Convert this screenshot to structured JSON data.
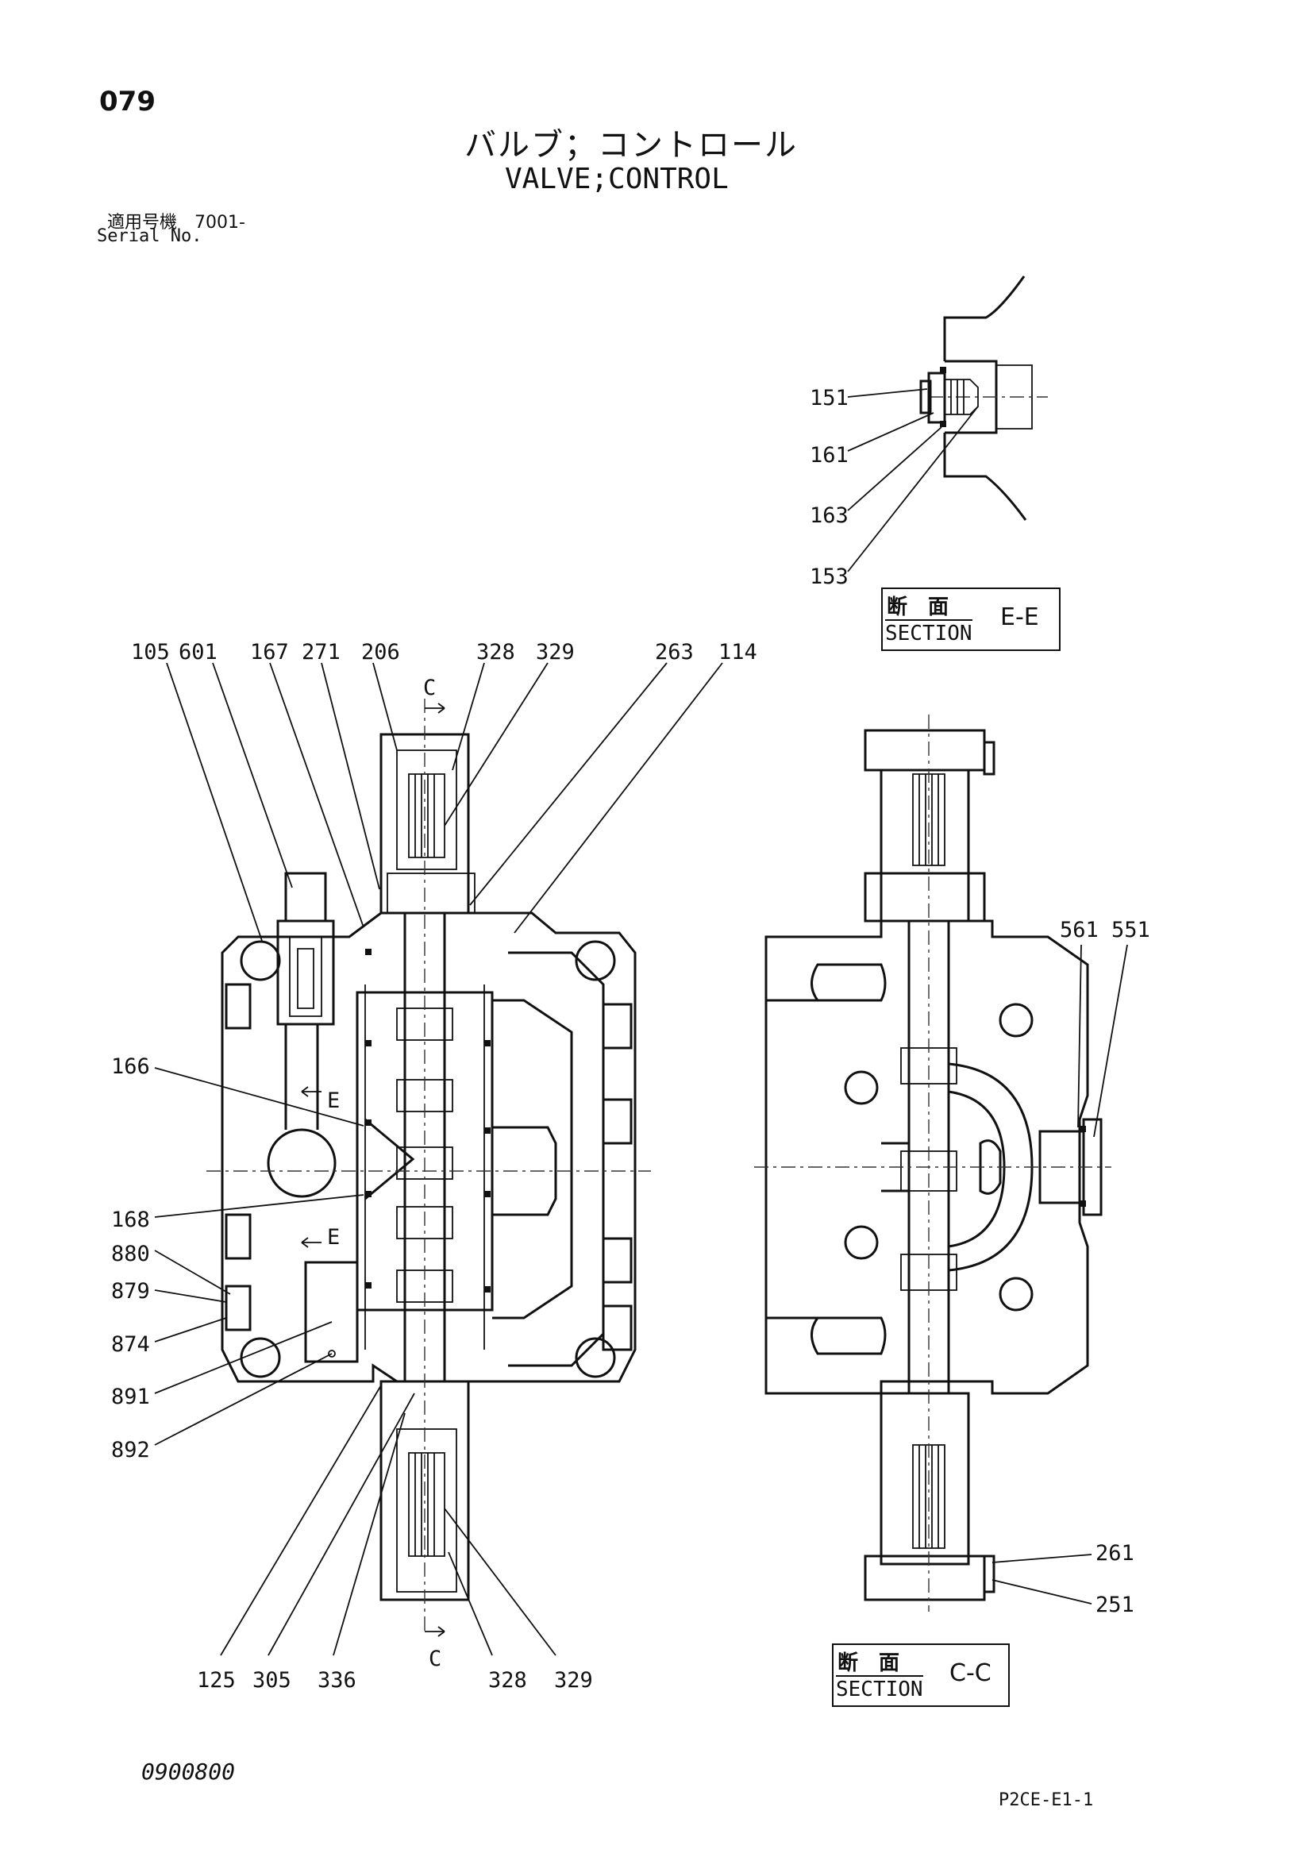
{
  "page_number": "079",
  "title_jp": "バルブ；コントロール",
  "title_en": "VALVE;CONTROL",
  "serial_jp": "適用号機　7001-",
  "serial_en": "Serial No.",
  "doc_code": "0900800",
  "page_code": "P2CE-E1-1",
  "section_ee": {
    "jp": "断　面",
    "en": "SECTION",
    "id": "E-E"
  },
  "section_cc": {
    "jp": "断　面",
    "en": "SECTION",
    "id": "C-C"
  },
  "cut_markers": {
    "c_top": "C",
    "c_bottom": "C",
    "e_top": "E",
    "e_bottom": "E"
  },
  "part_labels": {
    "p151": "151",
    "p161": "161",
    "p163": "163",
    "p153": "153",
    "p105": "105",
    "p601": "601",
    "p167": "167",
    "p271": "271",
    "p206": "206",
    "p328a": "328",
    "p329a": "329",
    "p263": "263",
    "p114": "114",
    "p166": "166",
    "p168": "168",
    "p880": "880",
    "p879": "879",
    "p874": "874",
    "p891": "891",
    "p892": "892",
    "p125": "125",
    "p305": "305",
    "p336": "336",
    "p328b": "328",
    "p329b": "329",
    "p561": "561",
    "p551": "551",
    "p261": "261",
    "p251": "251"
  }
}
